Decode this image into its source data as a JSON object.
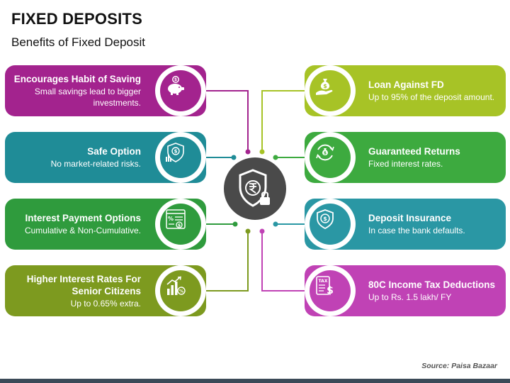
{
  "header": {
    "title": "FIXED DEPOSITS",
    "subtitle": "Benefits of Fixed Deposit"
  },
  "left_items": [
    {
      "heading": "Encourages Habit of Saving",
      "desc": "Small savings lead to bigger investments.",
      "icon": "piggy-bank-icon",
      "color": "#a3238e"
    },
    {
      "heading": "Safe Option",
      "desc": "No market-related risks.",
      "icon": "shield-chart-icon",
      "color": "#1f8c97"
    },
    {
      "heading": "Interest Payment Options",
      "desc": "Cumulative & Non-Cumulative.",
      "icon": "percent-calculator-icon",
      "color": "#2f9b3d"
    },
    {
      "heading": "Higher Interest Rates For Senior Citizens",
      "desc": "Up to 0.65% extra.",
      "icon": "growth-chart-icon",
      "color": "#7d9a1f"
    }
  ],
  "right_items": [
    {
      "heading": "Loan Against FD",
      "desc": "Up to 95% of the deposit amount.",
      "icon": "money-bag-hand-icon",
      "color": "#a7c326"
    },
    {
      "heading": "Guaranteed Returns",
      "desc": "Fixed interest rates.",
      "icon": "money-cycle-icon",
      "color": "#3daa3f"
    },
    {
      "heading": "Deposit Insurance",
      "desc": "In case the bank defaults.",
      "icon": "shield-dollar-icon",
      "color": "#2a97a4"
    },
    {
      "heading": "80C Income Tax Deductions",
      "desc": "Up to Rs. 1.5 lakh/ FY",
      "icon": "tax-document-icon",
      "color": "#c042b5",
      "icon_text": "TAX"
    }
  ],
  "hub": {
    "icon": "rupee-shield-lock-icon"
  },
  "footer": {
    "source": "Source: Paisa Bazaar"
  }
}
